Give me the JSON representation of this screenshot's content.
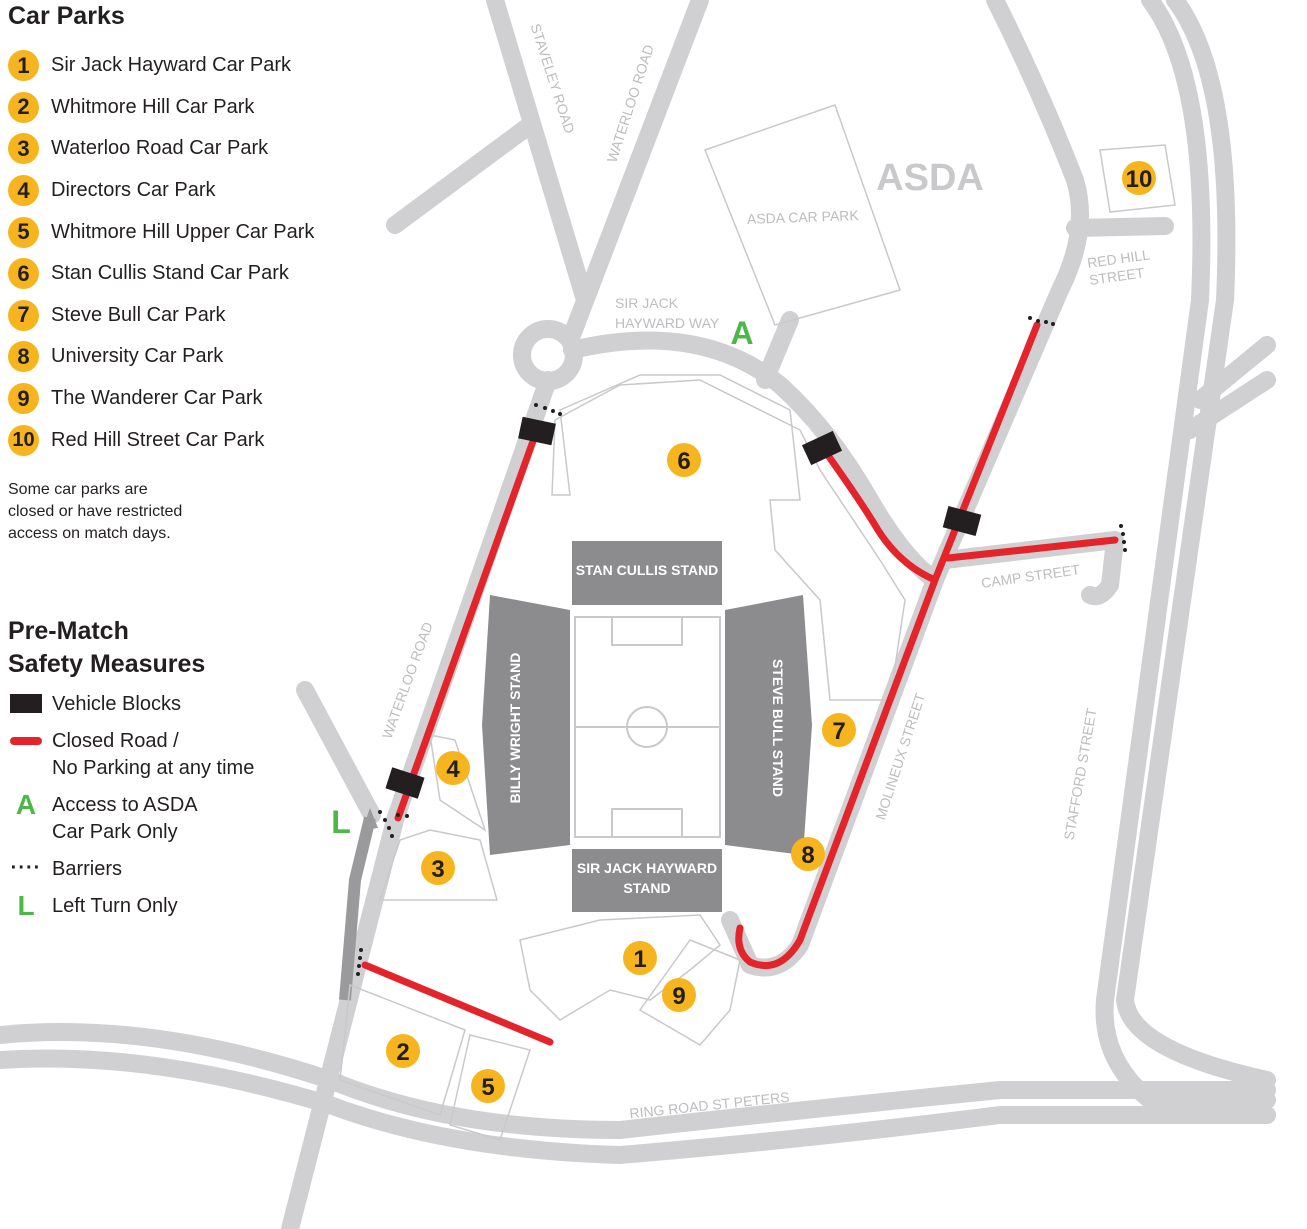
{
  "colors": {
    "road": "#d0d0d2",
    "closed_road": "#e3242b",
    "marker": "#f6b51e",
    "stand": "#8c8c8e",
    "access": "#4db848",
    "block": "#231f20"
  },
  "car_parks": {
    "title": "Car Parks",
    "items": [
      {
        "num": "1",
        "name": "Sir Jack Hayward Car Park"
      },
      {
        "num": "2",
        "name": "Whitmore Hill Car Park"
      },
      {
        "num": "3",
        "name": "Waterloo Road Car Park"
      },
      {
        "num": "4",
        "name": "Directors Car Park"
      },
      {
        "num": "5",
        "name": "Whitmore Hill Upper Car Park"
      },
      {
        "num": "6",
        "name": "Stan Cullis Stand Car Park"
      },
      {
        "num": "7",
        "name": "Steve Bull Car Park"
      },
      {
        "num": "8",
        "name": "University Car Park"
      },
      {
        "num": "9",
        "name": "The Wanderer Car Park"
      },
      {
        "num": "10",
        "name": "Red Hill Street Car Park"
      }
    ],
    "note": "Some car parks are closed or have restricted access on match days."
  },
  "safety": {
    "title_line1": "Pre-Match",
    "title_line2": "Safety Measures",
    "vehicle_blocks": "Vehicle Blocks",
    "closed_road_1": "Closed Road /",
    "closed_road_2": "No Parking at any time",
    "access_symbol": "A",
    "access_1": "Access to ASDA",
    "access_2": "Car Park Only",
    "barriers": "Barriers",
    "left_symbol": "L",
    "left_turn": "Left Turn Only"
  },
  "map": {
    "roads": {
      "staveley": "STAVELEY ROAD",
      "waterloo_top": "WATERLOO ROAD",
      "waterloo_lower": "WATERLOO ROAD",
      "sjh_way_1": "SIR JACK",
      "sjh_way_2": "HAYWARD WAY",
      "red_hill_1": "RED HILL",
      "red_hill_2": "STREET",
      "camp": "CAMP STREET",
      "molineux": "MOLINEUX STREET",
      "stafford": "STAFFORD STREET",
      "ring": "RING ROAD ST PETERS"
    },
    "asda": "ASDA",
    "asda_car_park": "ASDA CAR PARK",
    "stands": {
      "north": "STAN CULLIS STAND",
      "west": "BILLY WRIGHT STAND",
      "east": "STEVE BULL STAND",
      "south_1": "SIR JACK HAYWARD",
      "south_2": "STAND"
    },
    "access_marker": "A",
    "left_marker": "L"
  }
}
